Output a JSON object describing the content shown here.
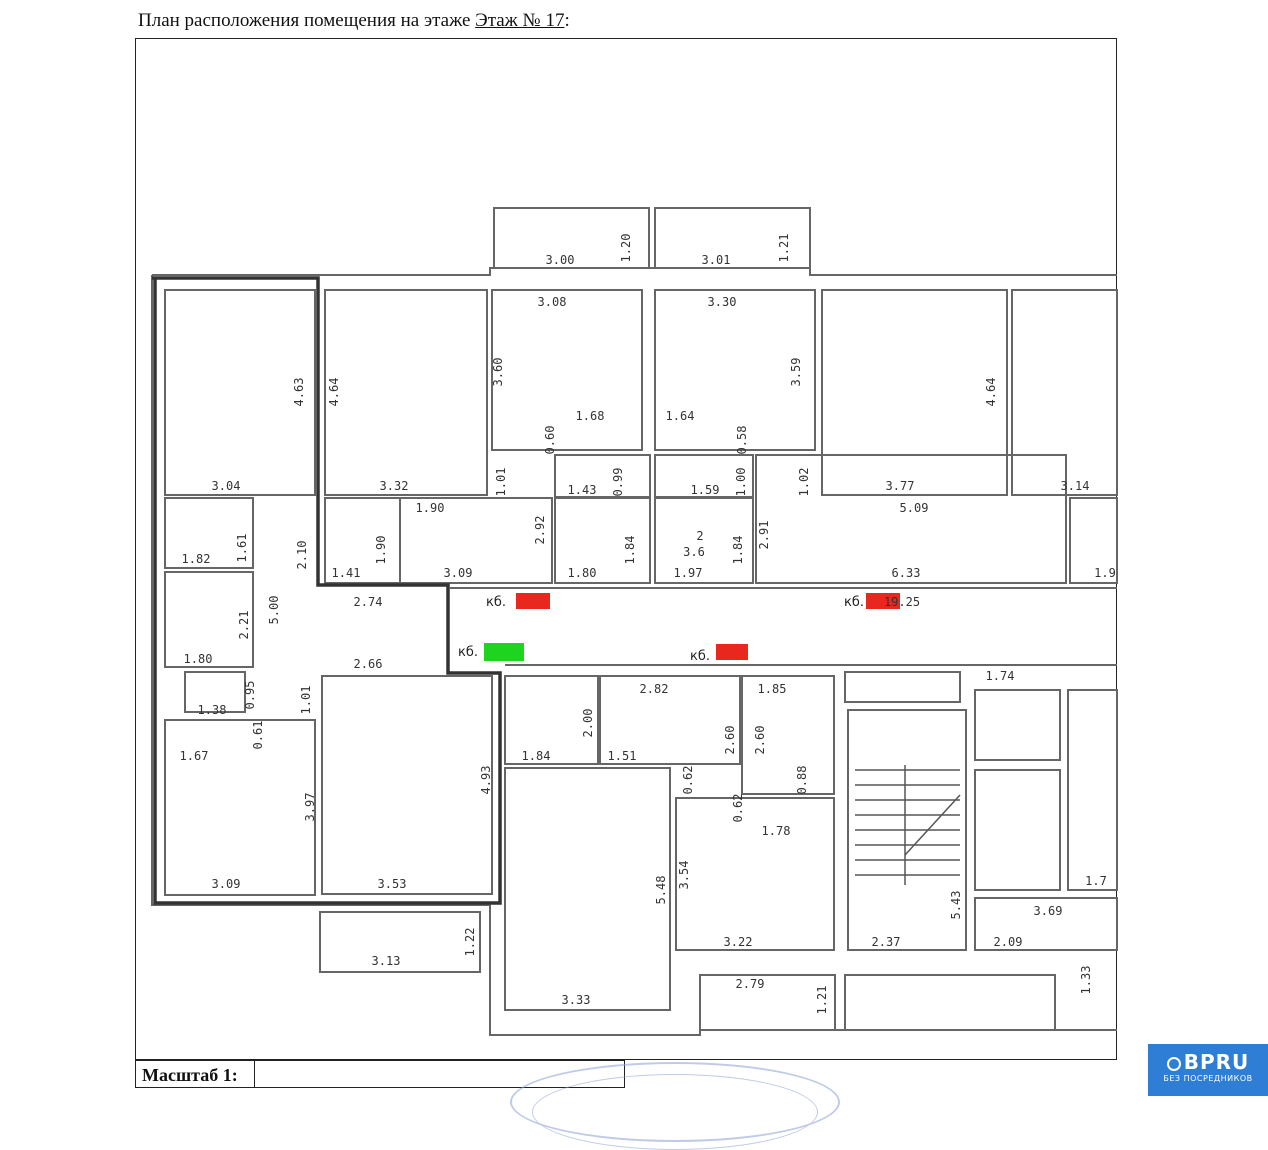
{
  "header": {
    "title_prefix": "План расположения помещения на этаже",
    "floor": "Этаж № 17",
    "title_suffix": ":"
  },
  "footer": {
    "scale_label": "Масштаб 1:"
  },
  "badge": {
    "brand": "BPRU",
    "tagline": "БЕЗ ПОСРЕДНИКОВ",
    "color": "#2e7ed6"
  },
  "markers": {
    "label": "кб.",
    "colors": {
      "red": "#e8271f",
      "green": "#1fd41f"
    }
  },
  "dimensions": [
    "3.00",
    "1.20",
    "3.01",
    "1.21",
    "3.08",
    "3.30",
    "4.63",
    "4.64",
    "3.60",
    "3.59",
    "4.64",
    "1.68",
    "1.64",
    "0.60",
    "0.58",
    "1.01",
    "0.99",
    "1.43",
    "1.59",
    "1.00",
    "1.02",
    "3.04",
    "3.32",
    "3.77",
    "3.14",
    "1.90",
    "2.92",
    "1.84",
    "2",
    "3.6",
    "1.84",
    "2.91",
    "5.09",
    "1.61",
    "2.10",
    "1.90",
    "1.82",
    "1.41",
    "3.09",
    "1.80",
    "1.97",
    "6.33",
    "1.9",
    "5.00",
    "2.21",
    "2.74",
    "19.25",
    "1.80",
    "2.66",
    "1.74",
    "0.95",
    "1.01",
    "2.82",
    "1.85",
    "1.38",
    "0.61",
    "2.00",
    "2.60",
    "2.60",
    "1.67",
    "1.84",
    "1.51",
    "0.62",
    "0.88",
    "0.62",
    "1.78",
    "3.97",
    "4.93",
    "3.54",
    "5.48",
    "5.43",
    "3.09",
    "3.53",
    "1.7",
    "3.69",
    "1.22",
    "3.22",
    "2.37",
    "2.09",
    "3.13",
    "2.79",
    "1.33",
    "1.21",
    "3.33"
  ]
}
